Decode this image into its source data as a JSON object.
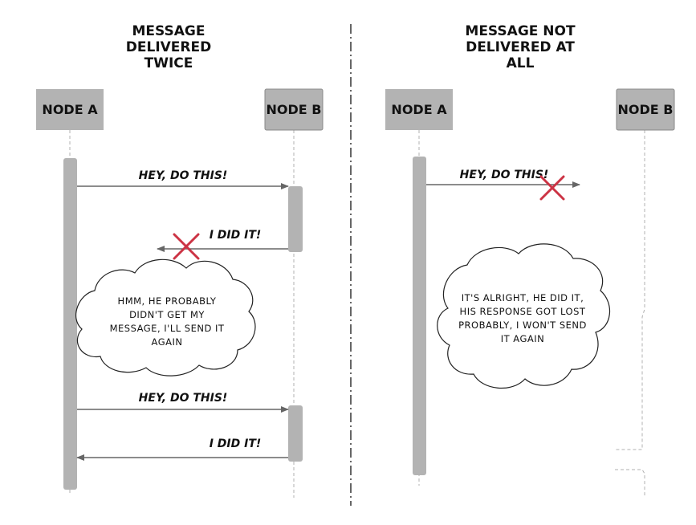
{
  "colors": {
    "node_fill": "#b3b3b3",
    "node_stroke": "#8a8a8a",
    "activation_fill": "#b3b3b3",
    "arrow": "#666666",
    "lifeline": "#b0b0b0",
    "cross": "#cc3344",
    "divider": "#333333",
    "text": "#111111"
  },
  "left": {
    "title": [
      "MESSAGE",
      "DELIVERED",
      "TWICE"
    ],
    "node_a": "NODE A",
    "node_b": "NODE B",
    "messages": [
      "HEY, DO THIS!",
      "I DID IT!",
      "HEY, DO THIS!",
      "I DID IT!"
    ],
    "thought": [
      "HMM, HE PROBABLY",
      "DIDN'T GET MY",
      "MESSAGE, I'LL SEND IT",
      "AGAIN"
    ]
  },
  "right": {
    "title": [
      "MESSAGE NOT",
      "DELIVERED AT",
      "ALL"
    ],
    "node_a": "NODE A",
    "node_b": "NODE B",
    "messages": [
      "HEY, DO THIS!"
    ],
    "thought": [
      "IT'S ALRIGHT, HE DID IT,",
      "HIS RESPONSE GOT LOST",
      "PROBABLY, I WON'T SEND",
      "IT AGAIN"
    ]
  }
}
